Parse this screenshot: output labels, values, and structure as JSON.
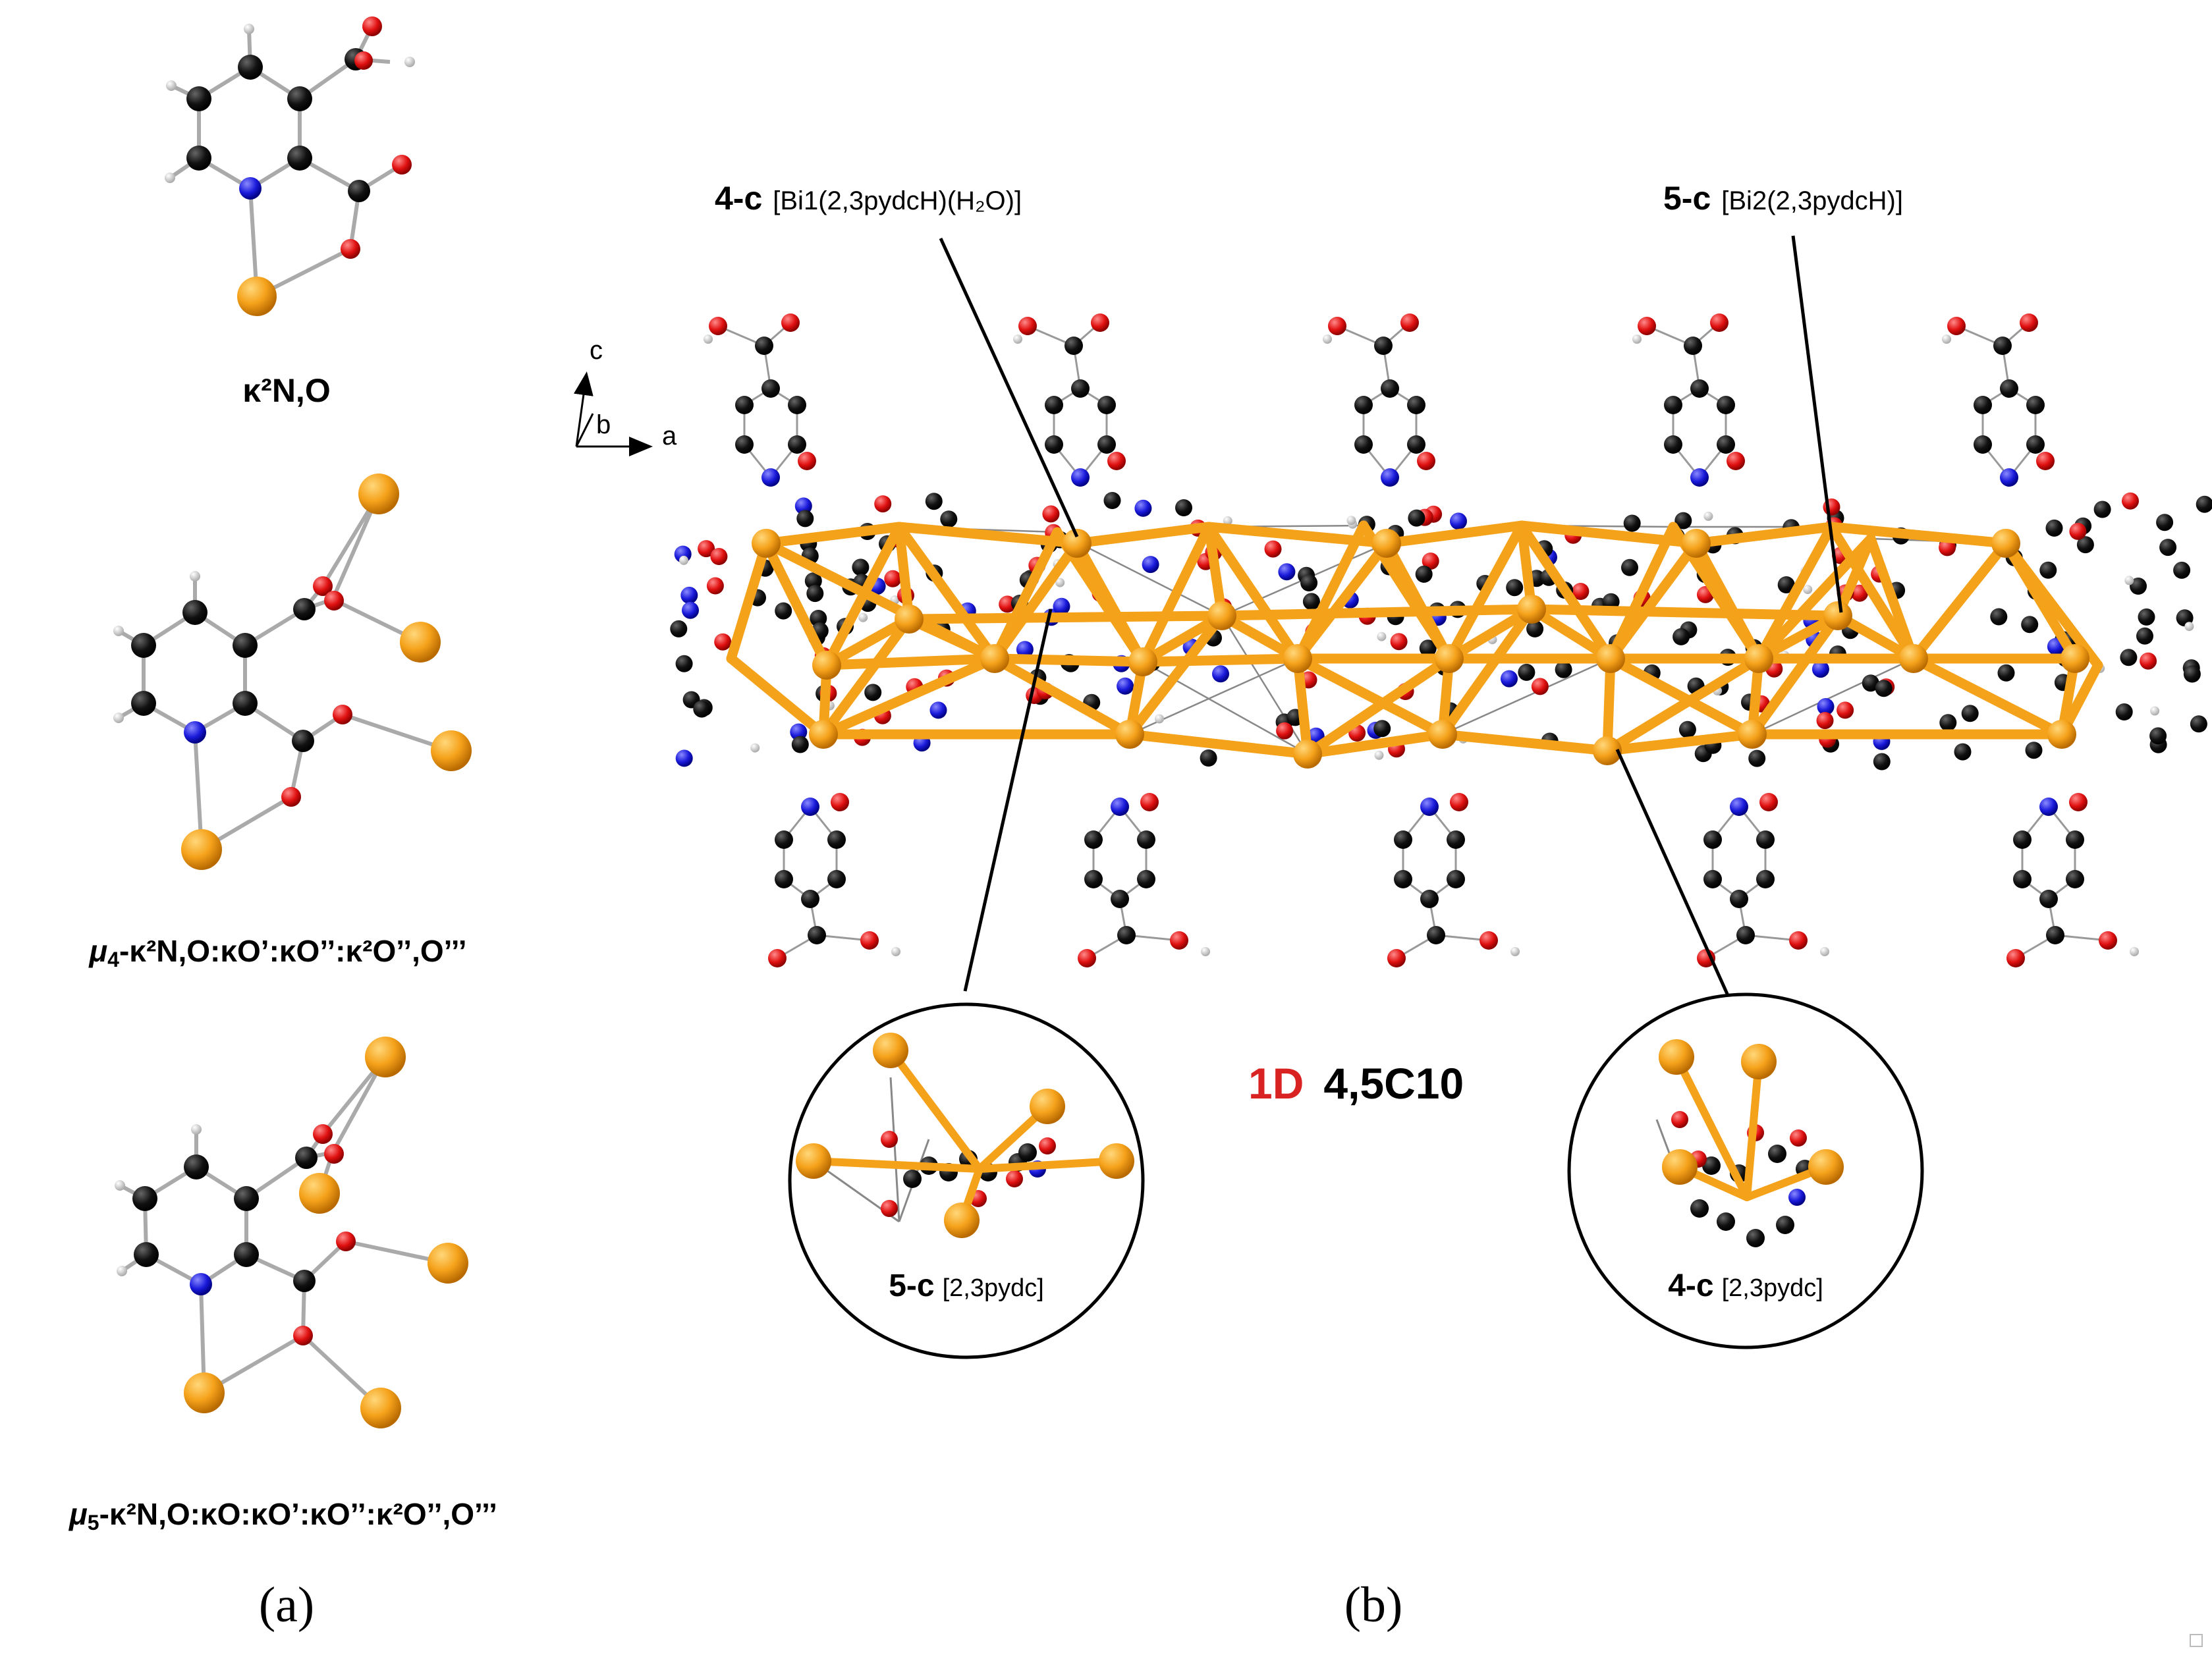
{
  "panel_a": {
    "label": "(a)",
    "modes": [
      {
        "prefix": "",
        "sub": "",
        "text": "κ²N,O"
      },
      {
        "prefix": "μ",
        "sub": "4",
        "text": "-κ²N,O:κO’:κO’’:κ²O’’,O’’’"
      },
      {
        "prefix": "μ",
        "sub": "5",
        "text": "-κ²N,O:κO:κO’:κO’’:κ²O’’,O’’’"
      }
    ]
  },
  "panel_b": {
    "label": "(b)",
    "axes": {
      "c": "c",
      "b": "b",
      "a": "a"
    },
    "node_labels": [
      {
        "conn": "4-c",
        "detail": "[Bi1(2,3pydcH)(H₂O)]"
      },
      {
        "conn": "5-c",
        "detail": "[Bi2(2,3pydcH)]"
      }
    ],
    "topology": {
      "dim": "1D",
      "name": "4,5C10"
    },
    "insets": [
      {
        "conn": "5-c",
        "detail": "[2,3pydc]"
      },
      {
        "conn": "4-c",
        "detail": "[2,3pydc]"
      }
    ]
  },
  "colors": {
    "bismuth": "#f5a21b",
    "bond_net": "#f5a21b",
    "carbon": "#111111",
    "nitrogen": "#1a1adb",
    "oxygen": "#e01010",
    "hydrogen": "#dddddd",
    "topology_dim": "#d92323"
  }
}
